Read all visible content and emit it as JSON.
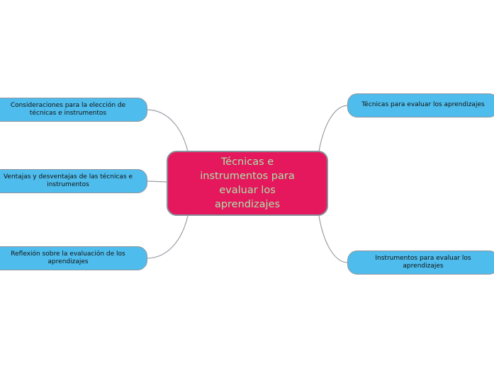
{
  "central_topic": {
    "label": "Técnicas e instrumentos para evaluar los aprendizajes"
  },
  "subtopics": {
    "consideraciones": "Consideraciones para la elección de técnicas e instrumentos",
    "ventajas": "Ventajas y desventajas de las técnicas e instrumentos",
    "reflexion": "Reflexión sobre la evaluación de los aprendizajes",
    "tecnicas": "Técnicas para evaluar los aprendizajes",
    "instrumentos": "Instrumentos para evaluar los aprendizajes"
  },
  "colors": {
    "central_fill": "#e5175d",
    "central_text": "#a7e3a9",
    "subtopic_fill": "#4ebcec",
    "connector": "#9a9ea5"
  }
}
